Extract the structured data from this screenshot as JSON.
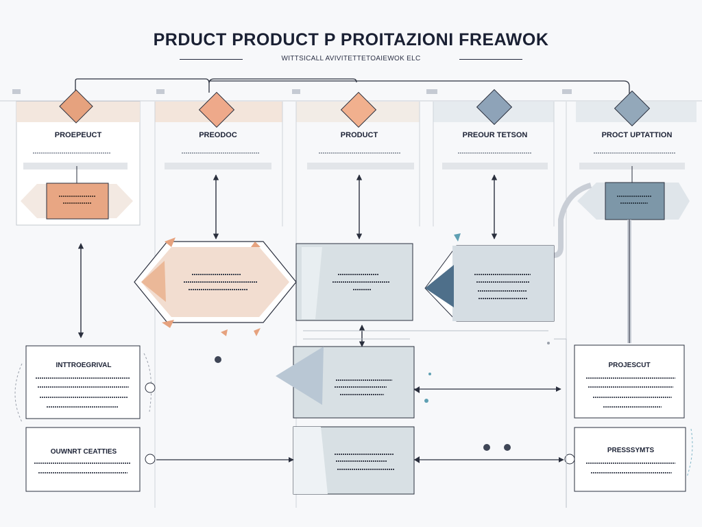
{
  "title": "PRDUCT PRODUCT P PROITAZIONI FREAWOK",
  "subtitle": "WITTSICALL AVIVITETTETOAIEWOK ELC",
  "columns": [
    {
      "label": "PROEPEUCT",
      "accent": "#e6a27e"
    },
    {
      "label": "PREODOC",
      "accent": "#eea98a"
    },
    {
      "label": "PRODUCT",
      "accent": "#f1b08e"
    },
    {
      "label": "PREOUR TETSON",
      "accent": "#8ea3b8"
    },
    {
      "label": "PROCT UPTATTION",
      "accent": "#93a8ba"
    }
  ],
  "boxes": [
    {
      "label": "INTTROEGRIVAL"
    },
    {
      "label": "OUWNRT CEATTIES"
    },
    {
      "label": "PROJESCUT"
    },
    {
      "label": "PRESSSYMTS"
    }
  ],
  "colors": {
    "peach": "#e8a683",
    "peach_light": "#f3d6c6",
    "slate": "#7d97a8",
    "slate_light": "#d5dde3",
    "slate_dark": "#4e6f8a",
    "line": "#2a2f3d"
  }
}
